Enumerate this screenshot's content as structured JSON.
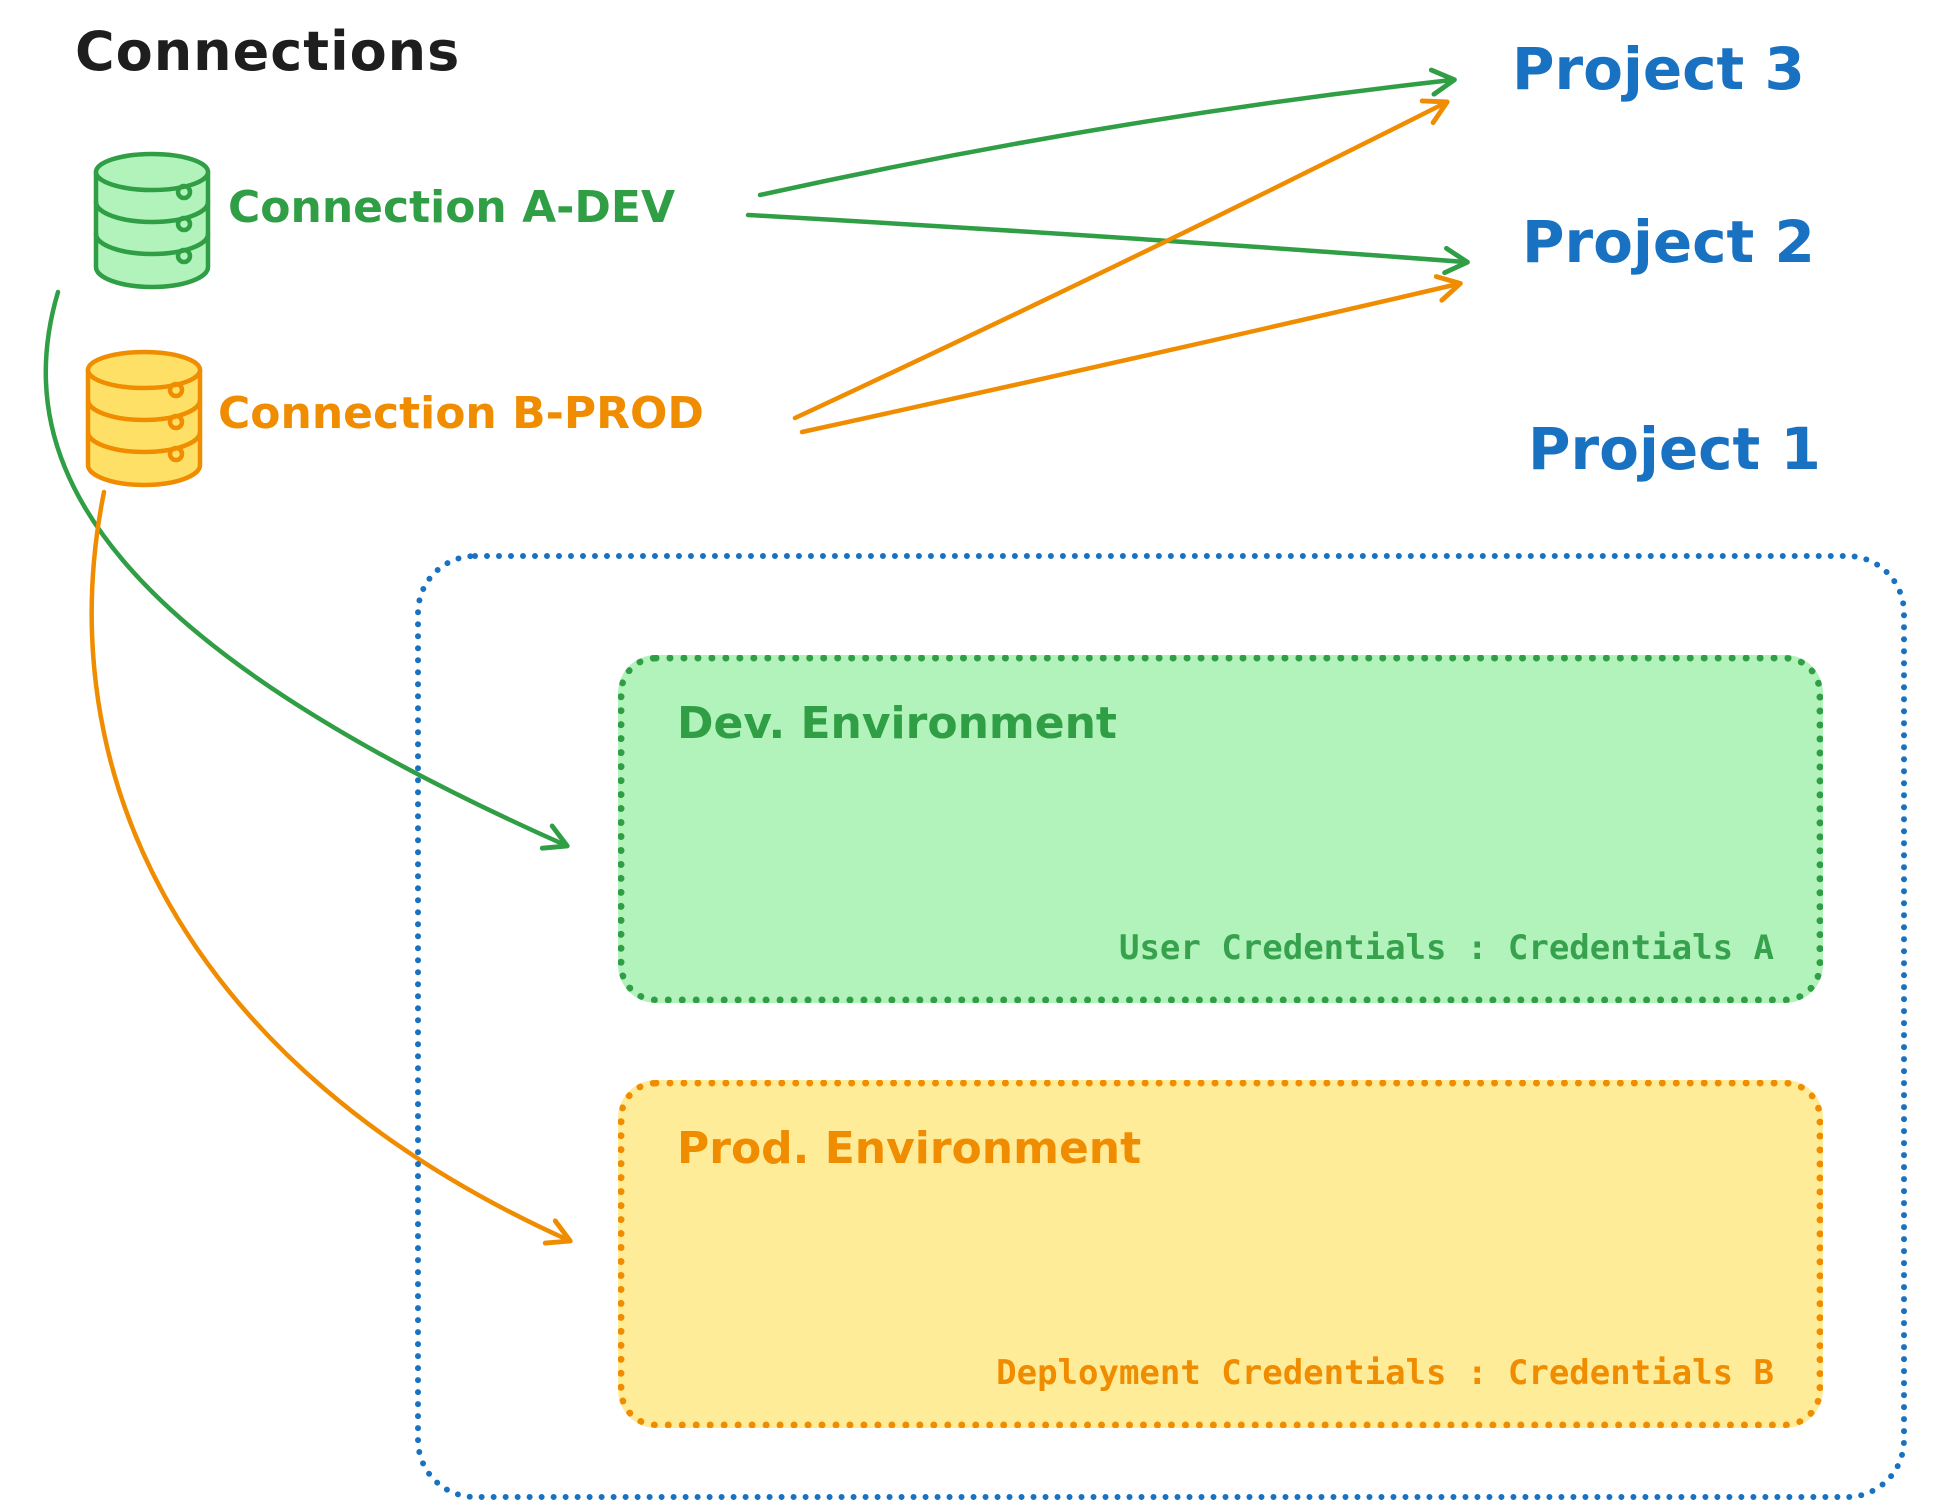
{
  "title": "Connections",
  "connections": [
    {
      "id": "a-dev",
      "label": "Connection A-DEV",
      "color": "#2f9e44",
      "icon": "database-icon"
    },
    {
      "id": "b-prod",
      "label": "Connection B-PROD",
      "color": "#f08c00",
      "icon": "database-icon"
    }
  ],
  "projects": [
    {
      "label": "Project 3"
    },
    {
      "label": "Project 2"
    },
    {
      "label": "Project 1"
    }
  ],
  "project1": {
    "dev": {
      "title": "Dev. Environment",
      "credentials": "User Credentials : Credentials A"
    },
    "prod": {
      "title": "Prod. Environment",
      "credentials": "Deployment Credentials : Credentials B"
    }
  },
  "edges": [
    {
      "from": "Connection A-DEV",
      "to": "Project 3",
      "color": "#2f9e44"
    },
    {
      "from": "Connection A-DEV",
      "to": "Project 2",
      "color": "#2f9e44"
    },
    {
      "from": "Connection B-PROD",
      "to": "Project 3",
      "color": "#f08c00"
    },
    {
      "from": "Connection B-PROD",
      "to": "Project 2",
      "color": "#f08c00"
    },
    {
      "from": "Connection A-DEV",
      "to": "Dev. Environment",
      "color": "#2f9e44"
    },
    {
      "from": "Connection B-PROD",
      "to": "Prod. Environment",
      "color": "#f08c00"
    }
  ],
  "colors": {
    "green": "#2f9e44",
    "green_fill": "#b2f2bb",
    "orange": "#f08c00",
    "orange_fill": "#ffec99",
    "orange_db_fill": "#ffe066",
    "blue": "#1971c2",
    "text": "#1e1e1e"
  }
}
